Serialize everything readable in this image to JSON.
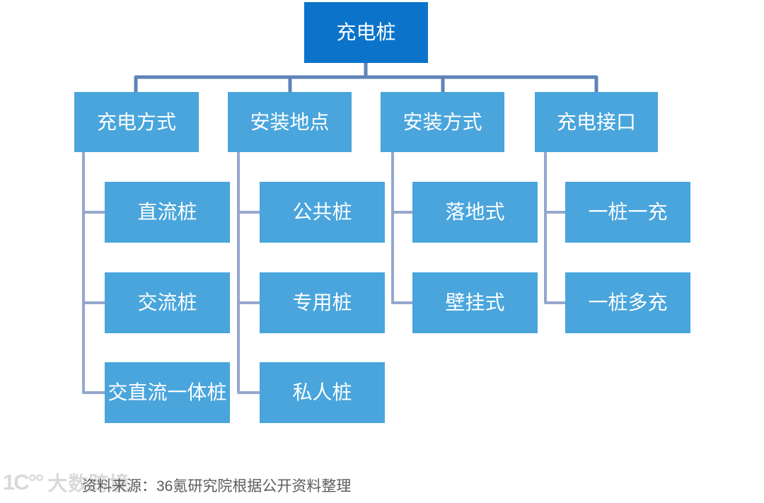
{
  "colors": {
    "root_fill": "#0B74CA",
    "node_fill": "#49A5DC",
    "node_text": "#FFFFFF",
    "connector_top": "#5F83B8",
    "connector_branch": "#96A7CD",
    "source_text": "#5C5C5C",
    "watermark_gray": "#D3D3D3",
    "background": "#FFFFFF"
  },
  "tree": {
    "root": {
      "label": "充电桩"
    },
    "branches": [
      {
        "label": "充电方式",
        "children": [
          "直流桩",
          "交流桩",
          "交直流一体桩"
        ]
      },
      {
        "label": "安装地点",
        "children": [
          "公共桩",
          "专用桩",
          "私人桩"
        ]
      },
      {
        "label": "安装方式",
        "children": [
          "落地式",
          "壁挂式"
        ]
      },
      {
        "label": "充电接口",
        "children": [
          "一桩一充",
          "一桩多充"
        ]
      }
    ]
  },
  "footer": {
    "source_note": "资料来源：36氪研究院根据公开资料整理"
  },
  "watermark": {
    "logo_text": "1C°°",
    "brand": "大数跨境"
  }
}
